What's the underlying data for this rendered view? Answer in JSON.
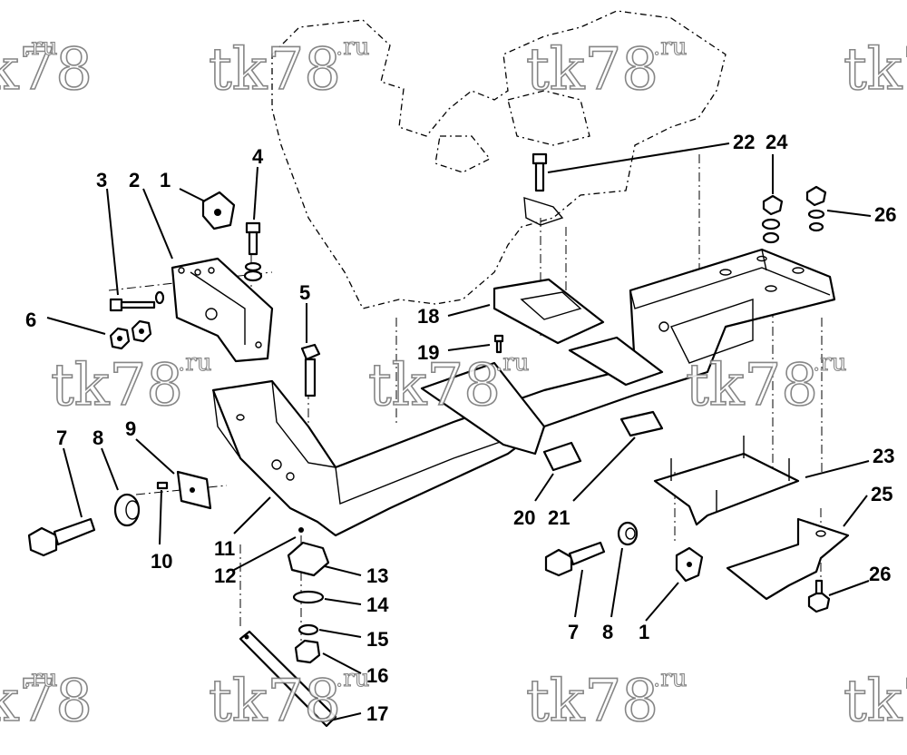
{
  "watermark": {
    "brand": "tk78",
    "suffix": ".ru"
  },
  "callouts": [
    {
      "id": "c1a",
      "label": "1"
    },
    {
      "id": "c2",
      "label": "2"
    },
    {
      "id": "c3",
      "label": "3"
    },
    {
      "id": "c4",
      "label": "4"
    },
    {
      "id": "c5",
      "label": "5"
    },
    {
      "id": "c6",
      "label": "6"
    },
    {
      "id": "c7a",
      "label": "7"
    },
    {
      "id": "c8a",
      "label": "8"
    },
    {
      "id": "c9",
      "label": "9"
    },
    {
      "id": "c10",
      "label": "10"
    },
    {
      "id": "c11",
      "label": "11"
    },
    {
      "id": "c12",
      "label": "12"
    },
    {
      "id": "c13",
      "label": "13"
    },
    {
      "id": "c14",
      "label": "14"
    },
    {
      "id": "c15",
      "label": "15"
    },
    {
      "id": "c16",
      "label": "16"
    },
    {
      "id": "c17",
      "label": "17"
    },
    {
      "id": "c18",
      "label": "18"
    },
    {
      "id": "c19",
      "label": "19"
    },
    {
      "id": "c20",
      "label": "20"
    },
    {
      "id": "c21",
      "label": "21"
    },
    {
      "id": "c22",
      "label": "22"
    },
    {
      "id": "c23",
      "label": "23"
    },
    {
      "id": "c24",
      "label": "24"
    },
    {
      "id": "c25",
      "label": "25"
    },
    {
      "id": "c26a",
      "label": "26"
    },
    {
      "id": "c26b",
      "label": "26"
    },
    {
      "id": "c7b",
      "label": "7"
    },
    {
      "id": "c8b",
      "label": "8"
    },
    {
      "id": "c1b",
      "label": "1"
    }
  ]
}
